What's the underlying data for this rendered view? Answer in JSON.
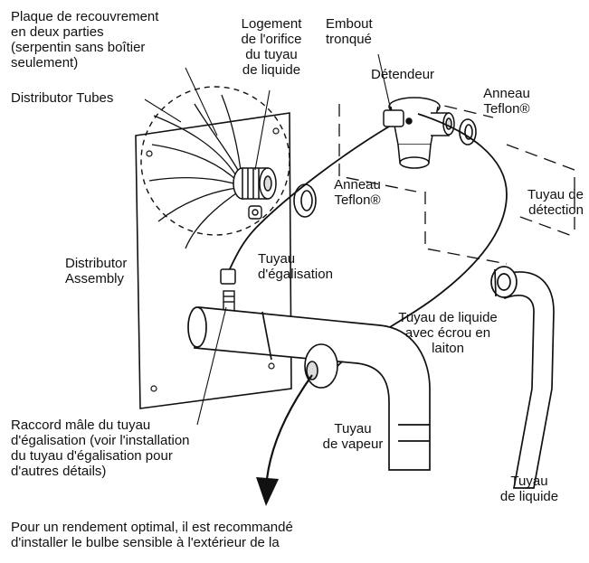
{
  "labels": {
    "cover_plate": "Plaque de recouvrement\nen deux parties\n(serpentin sans boîtier\nseulement)",
    "distributor_tubes": "Distributor Tubes",
    "liquid_orifice_housing": "Logement\nde l'orifice\ndu tuyau\nde liquide",
    "truncated_fitting": "Embout\ntronqué",
    "expansion_valve": "Détendeur",
    "teflon_ring_right": "Anneau\nTeflon®",
    "teflon_ring_center": "Anneau\nTeflon®",
    "sensing_tube": "Tuyau de\ndétection",
    "distributor_assembly": "Distributor\nAssembly",
    "equalizer_tube": "Tuyau\nd'égalisation",
    "liquid_tube_brass_nut": "Tuyau de liquide\navec écrou en\nlaiton",
    "equalizer_male_fitting": "Raccord mâle du tuyau\nd'égalisation (voir l'installation\ndu tuyau d'égalisation pour\nd'autres détails)",
    "vapor_tube": "Tuyau\nde vapeur",
    "liquid_tube": "Tuyau\nde liquide",
    "recommendation": "Pour un rendement optimal, il est recommandé\nd'installer le bulbe sensible à l'extérieur de la"
  },
  "colors": {
    "line": "#111111",
    "fill": "#ffffff",
    "shade": "#dcdcdc"
  }
}
